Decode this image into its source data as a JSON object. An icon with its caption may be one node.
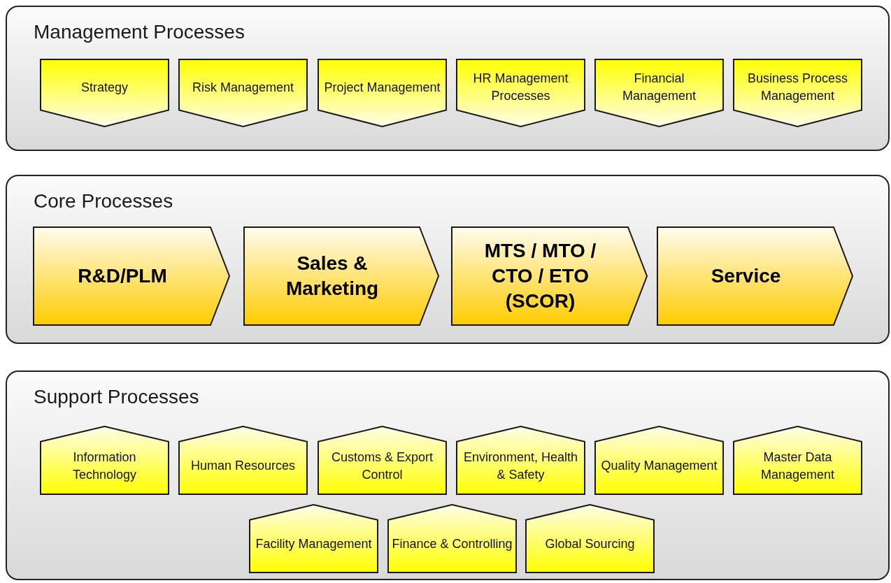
{
  "diagram": {
    "nodes": [
      {
        "text": [
          "Management Processes"
        ]
      },
      {
        "text": [
          "Strategy"
        ],
        "in": 0
      },
      {
        "text": [
          "Risk Management"
        ],
        "in": 0
      },
      {
        "text": [
          "Project Management"
        ],
        "in": 0
      },
      {
        "text": [
          "HR Management Processes"
        ],
        "in": 0
      },
      {
        "text": [
          "Financial Management"
        ],
        "in": 0
      },
      {
        "text": [
          "Business Process Management"
        ],
        "in": 0
      },
      {
        "text": [
          "Core Processes"
        ]
      },
      {
        "text": [
          "R&D/PLM"
        ],
        "in": 7
      },
      {
        "text": [
          "Sales & Marketing"
        ],
        "in": 7
      },
      {
        "text": [
          "MTS / MTO / CTO / ETO (SCOR)"
        ],
        "in": 7
      },
      {
        "text": [
          "Service"
        ],
        "in": 7
      },
      {
        "text": [
          "Support Processes"
        ]
      },
      {
        "text": [
          "Information Technology"
        ],
        "in": 12
      },
      {
        "text": [
          "Human Resources"
        ],
        "in": 12
      },
      {
        "text": [
          "Customs & Export Control"
        ],
        "in": 12
      },
      {
        "text": [
          "Environment, Health & Safety"
        ],
        "in": 12
      },
      {
        "text": [
          "Quality Management"
        ],
        "in": 12
      },
      {
        "text": [
          "Master Data Management"
        ],
        "in": 12
      },
      {
        "text": [
          "Facility Management"
        ],
        "in": 12
      },
      {
        "text": [
          "Finance & Controlling"
        ],
        "in": 12
      },
      {
        "text": [
          "Global Sourcing"
        ],
        "in": 12
      }
    ]
  }
}
